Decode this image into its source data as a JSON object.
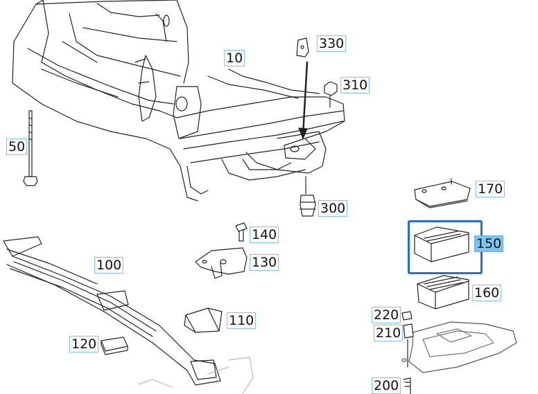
{
  "callouts": {
    "c10": "10",
    "c50": "50",
    "c100": "100",
    "c110": "110",
    "c120": "120",
    "c130": "130",
    "c140": "140",
    "c150": "150",
    "c160": "160",
    "c170": "170",
    "c200": "200",
    "c210": "210",
    "c220": "220",
    "c300": "300",
    "c310": "310",
    "c330": "330"
  },
  "selected_part": "150",
  "colors": {
    "highlight": "#7cc6ee",
    "selection_border": "#1f6fd6",
    "label_border": "#7fc4e8",
    "line_art": "#222222"
  }
}
